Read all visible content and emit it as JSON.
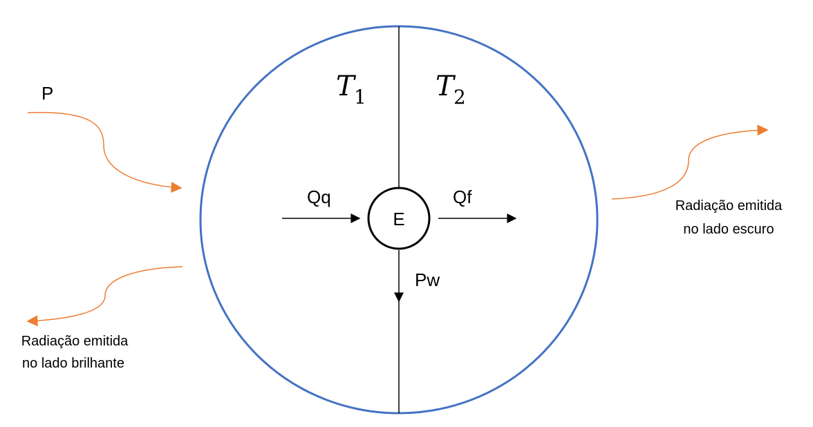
{
  "labels": {
    "p": "P",
    "t1_base": "T",
    "t1_sub": "1",
    "t2_base": "T",
    "t2_sub": "2",
    "qq": "Qq",
    "qf": "Qf",
    "e": "E",
    "pw": "Pw",
    "dark_side_line1": "Radiação emitida",
    "dark_side_line2": "no lado escuro",
    "bright_side_line1": "Radiação emitida",
    "bright_side_line2": "no lado brilhante"
  },
  "colors": {
    "circle": "#4472c4",
    "radiation": "#ed7d31",
    "lines": "#000000"
  }
}
